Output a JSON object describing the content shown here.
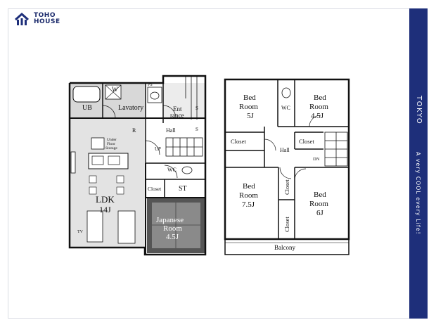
{
  "brand": {
    "line1": "TOHO",
    "line2": "HOUSE",
    "color": "#1e2f7a"
  },
  "sidebar": {
    "city": "TOKYO",
    "slogan": "A very COOL every Life!"
  },
  "floor1": {
    "rooms": {
      "ub": "UB",
      "lavatory": "Lavatory",
      "w": "W",
      "ps": "PS",
      "ent1": "Ent",
      "ent2": "rance",
      "s1": "S",
      "s2": "S",
      "r": "R",
      "hall": "Hall",
      "up": "UP",
      "under1": "Under",
      "under2": "Floor",
      "under3": "Storage",
      "wc": "WC",
      "closet": "Closet",
      "st": "ST",
      "ldk1": "LDK",
      "ldk2": "14J",
      "tv": "TV",
      "jp1": "Japanese",
      "jp2": "Room",
      "jp3": "4.5J"
    }
  },
  "floor2": {
    "rooms": {
      "bed1a": "Bed",
      "bed1b": "Room",
      "bed1c": "5J",
      "wc": "WC",
      "bed2a": "Bed",
      "bed2b": "Room",
      "bed2c": "4.5J",
      "closet1": "Closet",
      "closet2": "Closet",
      "hall": "Hall",
      "dn": "DN",
      "bed3a": "Bed",
      "bed3b": "Room",
      "bed3c": "7.5J",
      "closet3": "Closet",
      "closet4": "Closet",
      "bed4a": "Bed",
      "bed4b": "Room",
      "bed4c": "6J",
      "balcony": "Balcony"
    }
  }
}
